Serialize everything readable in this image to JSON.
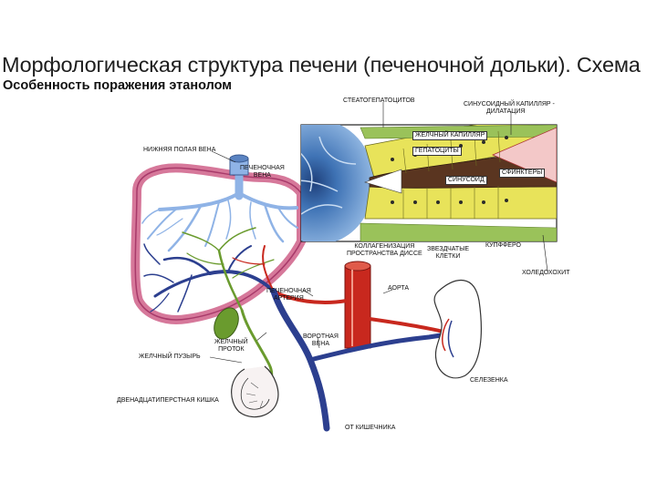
{
  "slide": {
    "title": "Морфологическая структура печени (печеночной дольки). Схема",
    "subtitle": "Особенность поражения этанолом"
  },
  "labels": {
    "ivc": "Нижняя полая вена",
    "hepatic_vein_1": "Печеночная",
    "hepatic_vein_2": "вена",
    "stellate": "Стеатогепатоцитов",
    "capillary_1": "Синусоидный капилляр -",
    "capillary_2": "дилатация",
    "bile_capillary": "Желчный капилляр",
    "hepatocytes": "Гепатоциты",
    "sinusoid": "Синусоид",
    "sphincters": "Сфинктеры",
    "disse_1": "Коллагенизация",
    "disse_2": "пространства Диссе",
    "stellate_cells_1": "Звездчатые",
    "stellate_cells_2": "клетки",
    "kupffer": "Купфферо",
    "choledochus": "Холедохохит",
    "hepatic_artery_1": "Печеночная",
    "hepatic_artery_2": "артерия",
    "aorta": "Аорта",
    "bile_duct_1": "Желчный",
    "bile_duct_2": "проток",
    "portal_vein_1": "Воротная",
    "portal_vein_2": "вена",
    "gallbladder": "Желчный пузырь",
    "duodenum": "Двенадцатиперстная кишка",
    "spleen": "Селезенка",
    "from_intestine": "От кишечника"
  },
  "colors": {
    "liver_fill": "#ffffff",
    "liver_border": "#d6789a",
    "hepatic_vein": "#8fb3e6",
    "portal_vein": "#2c3f8f",
    "artery": "#c8281e",
    "bile": "#6a9b2e",
    "sinusoid": "#5a3520",
    "hepatocyte": "#e8e35a",
    "lobule_center": "#3b6fb0"
  }
}
